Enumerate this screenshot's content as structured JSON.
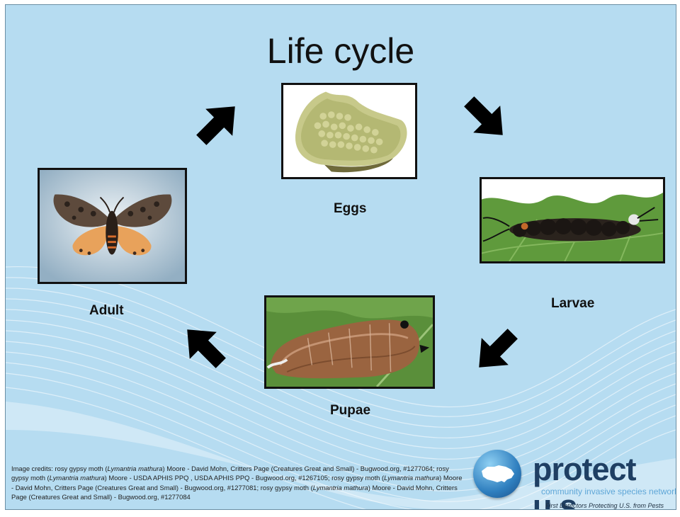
{
  "slide": {
    "title": "Life cycle",
    "stages": {
      "eggs": "Eggs",
      "larvae": "Larvae",
      "pupae": "Pupae",
      "adult": "Adult"
    },
    "photos": {
      "eggs": "egg-mass-photo",
      "larvae": "caterpillar-photo",
      "pupae": "pupa-photo",
      "adult": "moth-photo"
    },
    "arrows": [
      "arrow-up-right-icon",
      "arrow-down-right-icon",
      "arrow-down-left-icon",
      "arrow-up-left-icon"
    ],
    "credits": {
      "prefix": "Image credits: rosy gypsy moth (",
      "sci1": "Lymantria mathura",
      "p1": ") Moore - David Mohn, Critters Page (Creatures Great and Small) - Bugwood.org, #1277064; rosy gypsy moth (",
      "sci2": "Lymantria mathura",
      "p2": ") Moore - USDA APHIS PPQ , USDA APHIS PPQ - Bugwood.org, #1267105; rosy gypsy moth (",
      "sci3": "Lymantria mathura",
      "p3": ") Moore - David Mohn, Critters Page (Creatures Great and Small) - Bugwood.org, #1277081; rosy gypsy moth (",
      "sci4": "Lymantria mathura",
      "p4": ") Moore - David Mohn, Critters Page (Creatures Great and Small) - Bugwood.org, #1277084"
    },
    "logo": {
      "brand": "protect u.s.",
      "tagline": "community invasive species network",
      "motto": "First Detectors Protecting U.S. from Pests"
    },
    "colors": {
      "background": "#b6dcf1",
      "brand": "#1f3f63",
      "tagline": "#5fa7d8"
    }
  }
}
